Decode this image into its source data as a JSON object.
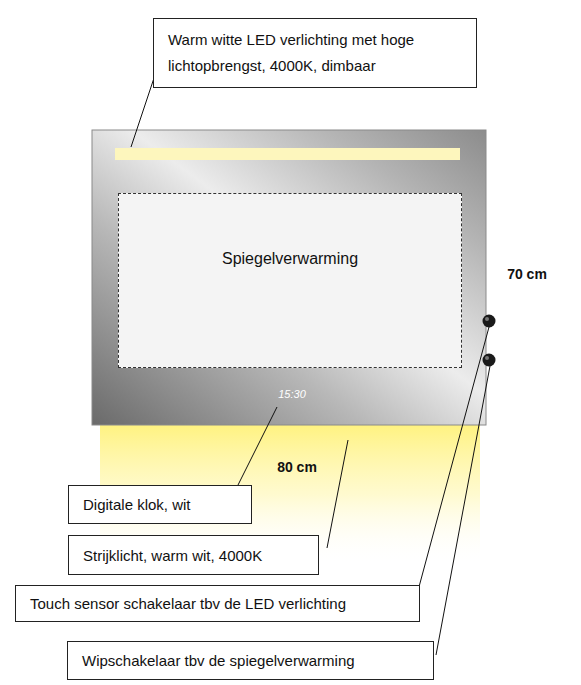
{
  "diagram": {
    "nodes": [
      {
        "text": [
          "Warm witte LED verlichting met hoge lichtopbrengst, 4000K, dimbaar"
        ]
      },
      {
        "text": [
          "15:30"
        ]
      },
      {
        "text": [
          "Spiegelverwarming"
        ],
        "in": 1
      },
      {
        "text": [
          "Digitale klok, wit"
        ]
      },
      {
        "text": [
          "Strijklicht, warm wit, 4000K"
        ]
      },
      {
        "text": [
          "Touch sensor schakelaar tbv de LED verlichting"
        ]
      },
      {
        "text": [
          "Wipschakelaar tbv de spiegelverwarming"
        ]
      }
    ],
    "labels": [
      "70 cm",
      "80 cm"
    ]
  }
}
